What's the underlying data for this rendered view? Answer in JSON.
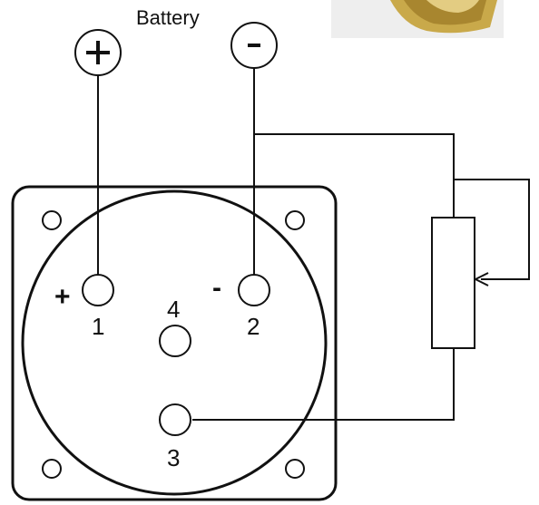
{
  "title": "Battery",
  "battery": {
    "positive_symbol": "+",
    "negative_symbol": "-"
  },
  "gauge": {
    "pins": [
      {
        "number": "1",
        "sign": "+"
      },
      {
        "number": "2",
        "sign": "-"
      },
      {
        "number": "3",
        "sign": ""
      },
      {
        "number": "4",
        "sign": ""
      }
    ]
  },
  "colors": {
    "line": "#111111",
    "background": "#ffffff",
    "photo_fill": "#c9a94a"
  }
}
